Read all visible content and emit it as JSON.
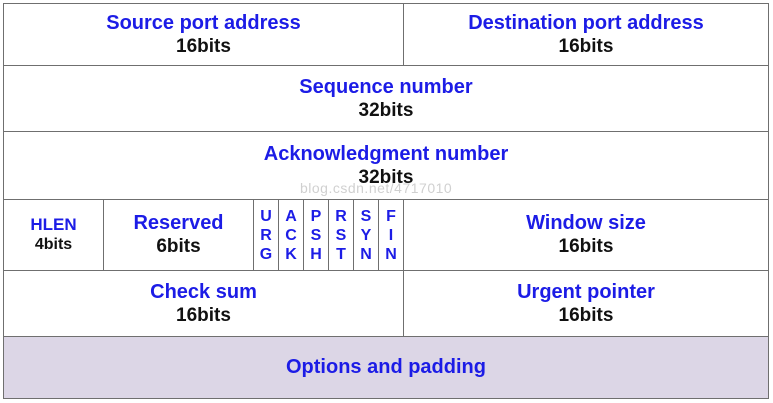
{
  "row1": {
    "source": {
      "name": "Source port address",
      "bits": "16bits"
    },
    "destination": {
      "name": "Destination port address",
      "bits": "16bits"
    }
  },
  "row2": {
    "sequence": {
      "name": "Sequence number",
      "bits": "32bits"
    }
  },
  "row3": {
    "ack": {
      "name": "Acknowledgment number",
      "bits": "32bits"
    }
  },
  "row4": {
    "hlen": {
      "name": "HLEN",
      "bits": "4bits"
    },
    "reserved": {
      "name": "Reserved",
      "bits": "6bits"
    },
    "flags": [
      {
        "name": "URG",
        "letters": [
          "U",
          "R",
          "G"
        ]
      },
      {
        "name": "ACK",
        "letters": [
          "A",
          "C",
          "K"
        ]
      },
      {
        "name": "PSH",
        "letters": [
          "P",
          "S",
          "H"
        ]
      },
      {
        "name": "RST",
        "letters": [
          "R",
          "S",
          "T"
        ]
      },
      {
        "name": "SYN",
        "letters": [
          "S",
          "Y",
          "N"
        ]
      },
      {
        "name": "FIN",
        "letters": [
          "F",
          "I",
          "N"
        ]
      }
    ],
    "window": {
      "name": "Window size",
      "bits": "16bits"
    }
  },
  "row5": {
    "checksum": {
      "name": "Check sum",
      "bits": "16bits"
    },
    "urgent": {
      "name": "Urgent pointer",
      "bits": "16bits"
    }
  },
  "row6": {
    "options": {
      "name": "Options and padding"
    }
  },
  "watermark": "blog.csdn.net/4717010",
  "colors": {
    "field_name": "#1c1ce6",
    "bits": "#111111",
    "options_bg": "#dcd6e6",
    "border": "#6f6f6f"
  }
}
